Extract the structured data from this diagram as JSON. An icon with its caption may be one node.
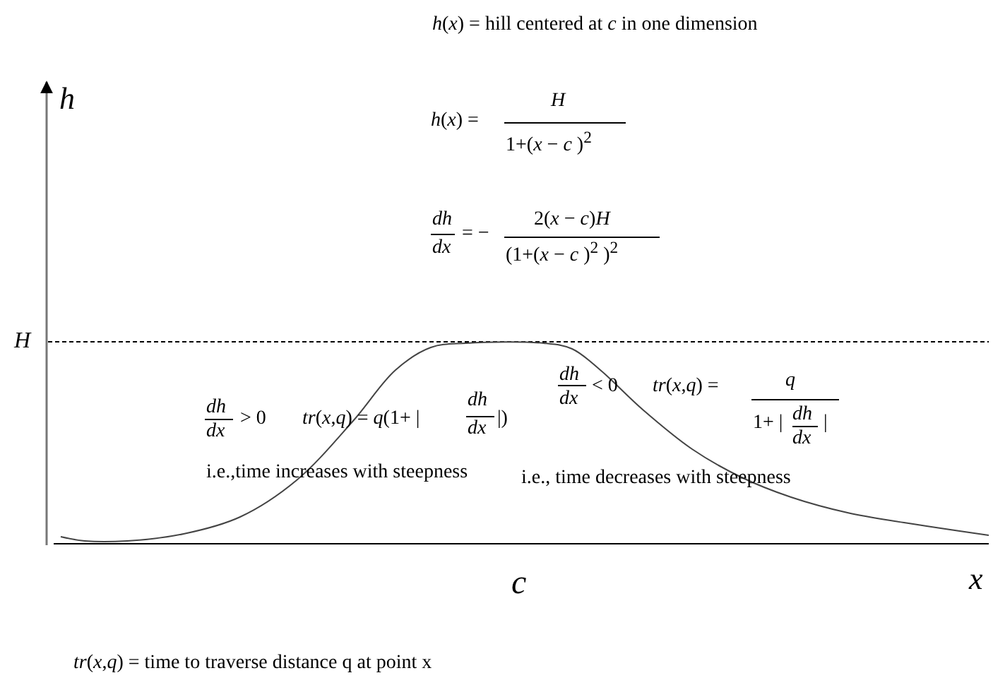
{
  "diagram": {
    "labels": [
      "*h*(*x*) = hill centered at *c* in one dimension",
      "*h*",
      "*h*(*x*) =",
      "*H*",
      "1+(*x* − *c* )$^{2}$",
      "*dh*",
      "*dx*",
      "= −",
      "2(*x* − *c*)*H*",
      "(1+(*x* − *c* )$^{2}$ )$^{2}$",
      "*H*",
      "*dh*",
      "*dx*",
      "> 0",
      "*tr*(*x*,*q*) = *q*(1+ |",
      "*dh*",
      "*dx*",
      "|)",
      "*dh*",
      "*dx*",
      "< 0",
      "*tr*(*x*,*q*) =",
      "*q*",
      "1+ |",
      "*dh*",
      "*dx*",
      "|",
      "i.e.,time increases with steepness",
      "i.e., time decreases with steepness",
      "*c*",
      "*x*",
      "*tr*(*x*,*q*) =  time to traverse distance q at point x"
    ]
  }
}
